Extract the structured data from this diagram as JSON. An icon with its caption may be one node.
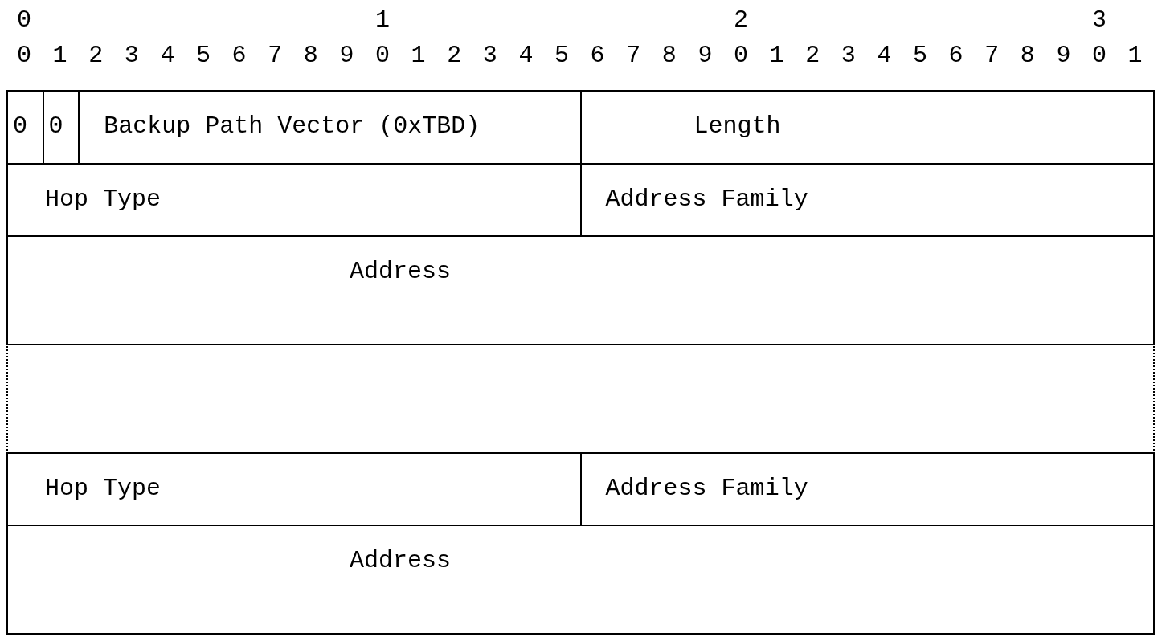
{
  "diagram": {
    "nodes": [
      {
        "text": [
          "0"
        ]
      },
      {
        "text": [
          "0"
        ]
      },
      {
        "text": [
          "Backup Path Vector (0xTBD)"
        ]
      },
      {
        "text": [
          "Length"
        ]
      },
      {
        "text": [
          "Hop Type"
        ]
      },
      {
        "text": [
          "Address Family"
        ]
      },
      {
        "text": [
          "Address"
        ]
      },
      {
        "text": [],
        "shape": "box"
      },
      {
        "text": [
          "Hop Type"
        ]
      },
      {
        "text": [
          "Address Family"
        ]
      },
      {
        "text": [
          "Address"
        ]
      }
    ],
    "edges": [],
    "labels": [
      "0",
      "1",
      "2",
      "3",
      "0",
      "1",
      "2",
      "3",
      "4",
      "5",
      "6",
      "7",
      "8",
      "9",
      "0",
      "1",
      "2",
      "3",
      "4",
      "5",
      "6",
      "7",
      "8",
      "9",
      "0",
      "1",
      "2",
      "3",
      "4",
      "5",
      "6",
      "7",
      "8",
      "9",
      "0",
      "1"
    ]
  }
}
